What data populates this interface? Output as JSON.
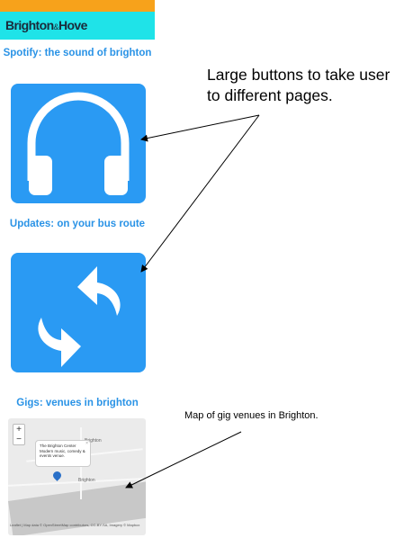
{
  "header": {
    "logo_main": "Brighton",
    "logo_amp": "&",
    "logo_end": "Hove"
  },
  "sections": [
    {
      "title": "Spotify: the sound of brighton",
      "icon": "headphones-icon"
    },
    {
      "title": "Updates: on your bus route",
      "icon": "refresh-arrows-icon"
    },
    {
      "title": "Gigs: venues in brighton"
    }
  ],
  "map": {
    "zoom_in": "+",
    "zoom_out": "−",
    "popup_title": "The Brighton Center",
    "popup_desc": "Modern music, comedy & events venue.",
    "popup_close": "×",
    "places": [
      "Brighton",
      "Brighton"
    ],
    "attribution": "Leaflet | Map data © OpenStreetMap contributors, CC-BY-SA, Imagery © Mapbox"
  },
  "annotations": {
    "large_buttons": "Large buttons to take user to different pages.",
    "map_note": "Map of gig venues in Brighton."
  },
  "colors": {
    "accent": "#2a9af3",
    "title": "#2a93e6",
    "orange": "#f7a21b",
    "cyan": "#1fe3e8"
  }
}
